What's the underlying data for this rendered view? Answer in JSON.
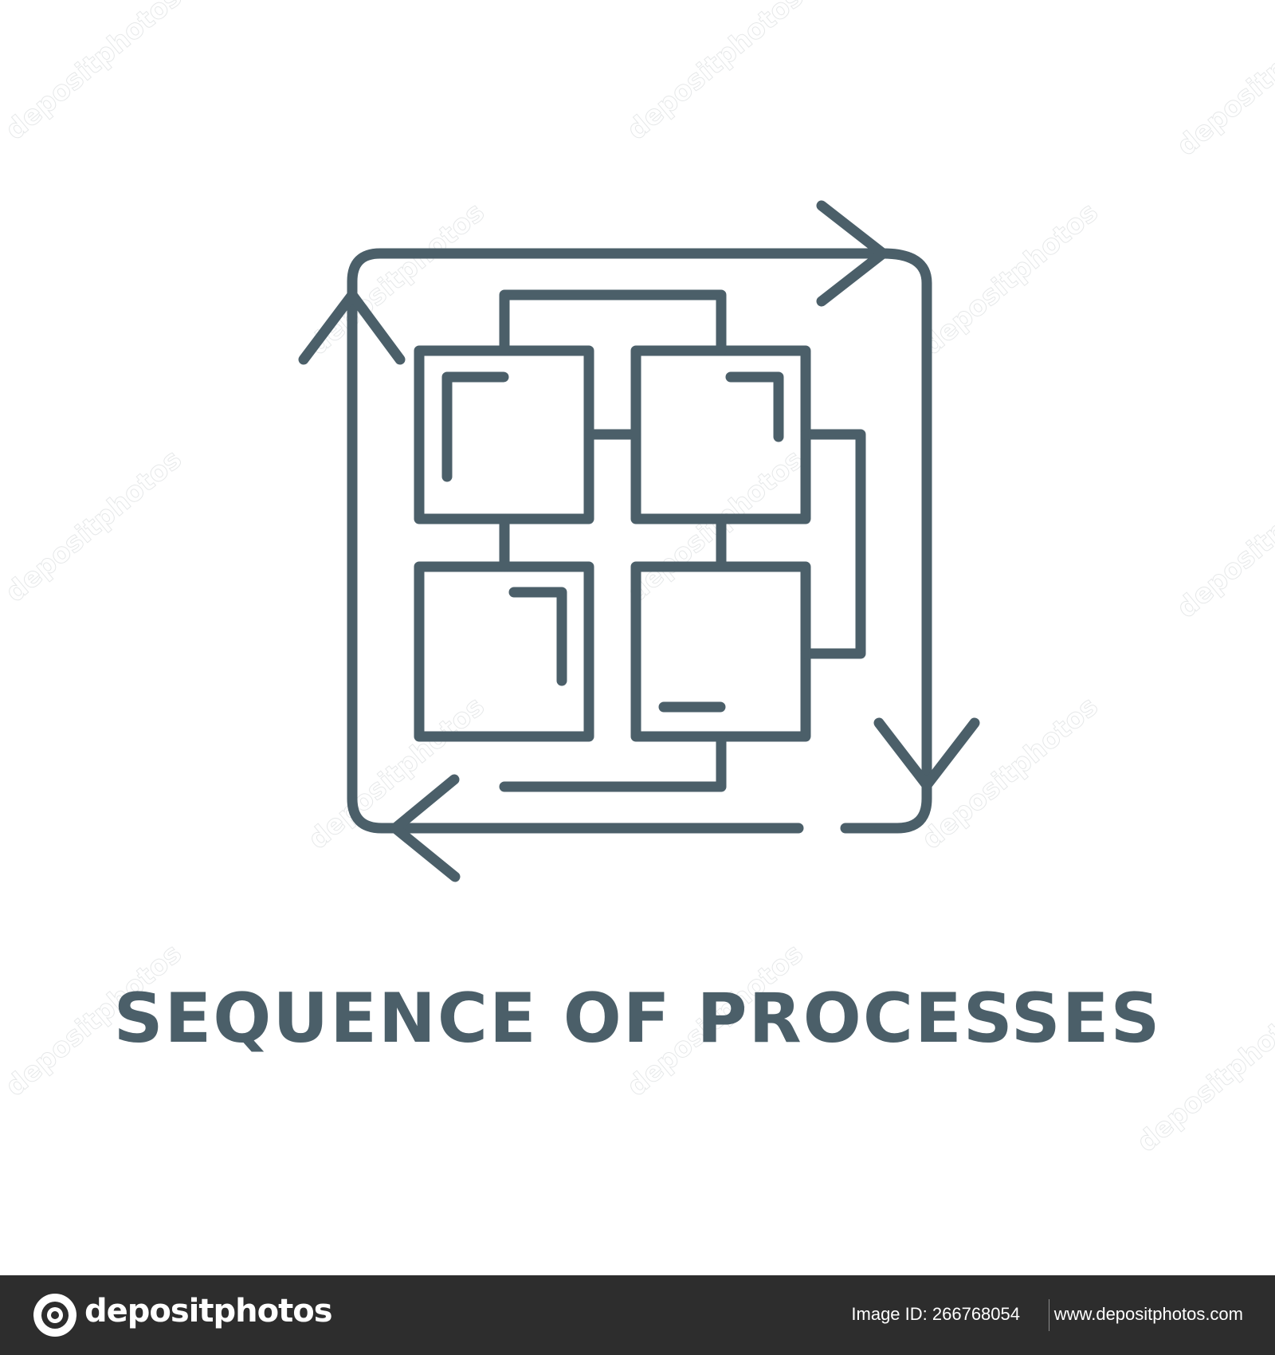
{
  "title": "SEQUENCE OF PROCESSES",
  "watermark_text": "depositphotos",
  "footer": {
    "logo_text": "depositphotos",
    "image_id": "Image ID: 266768054",
    "site_url": "www.depositphotos.com"
  },
  "colors": {
    "icon_stroke": "#4b5f69",
    "title": "#4b5f69",
    "footer_bg": "#2d2d2d",
    "footer_text": "#ffffff"
  },
  "icon_name": "sequence-of-processes-icon"
}
